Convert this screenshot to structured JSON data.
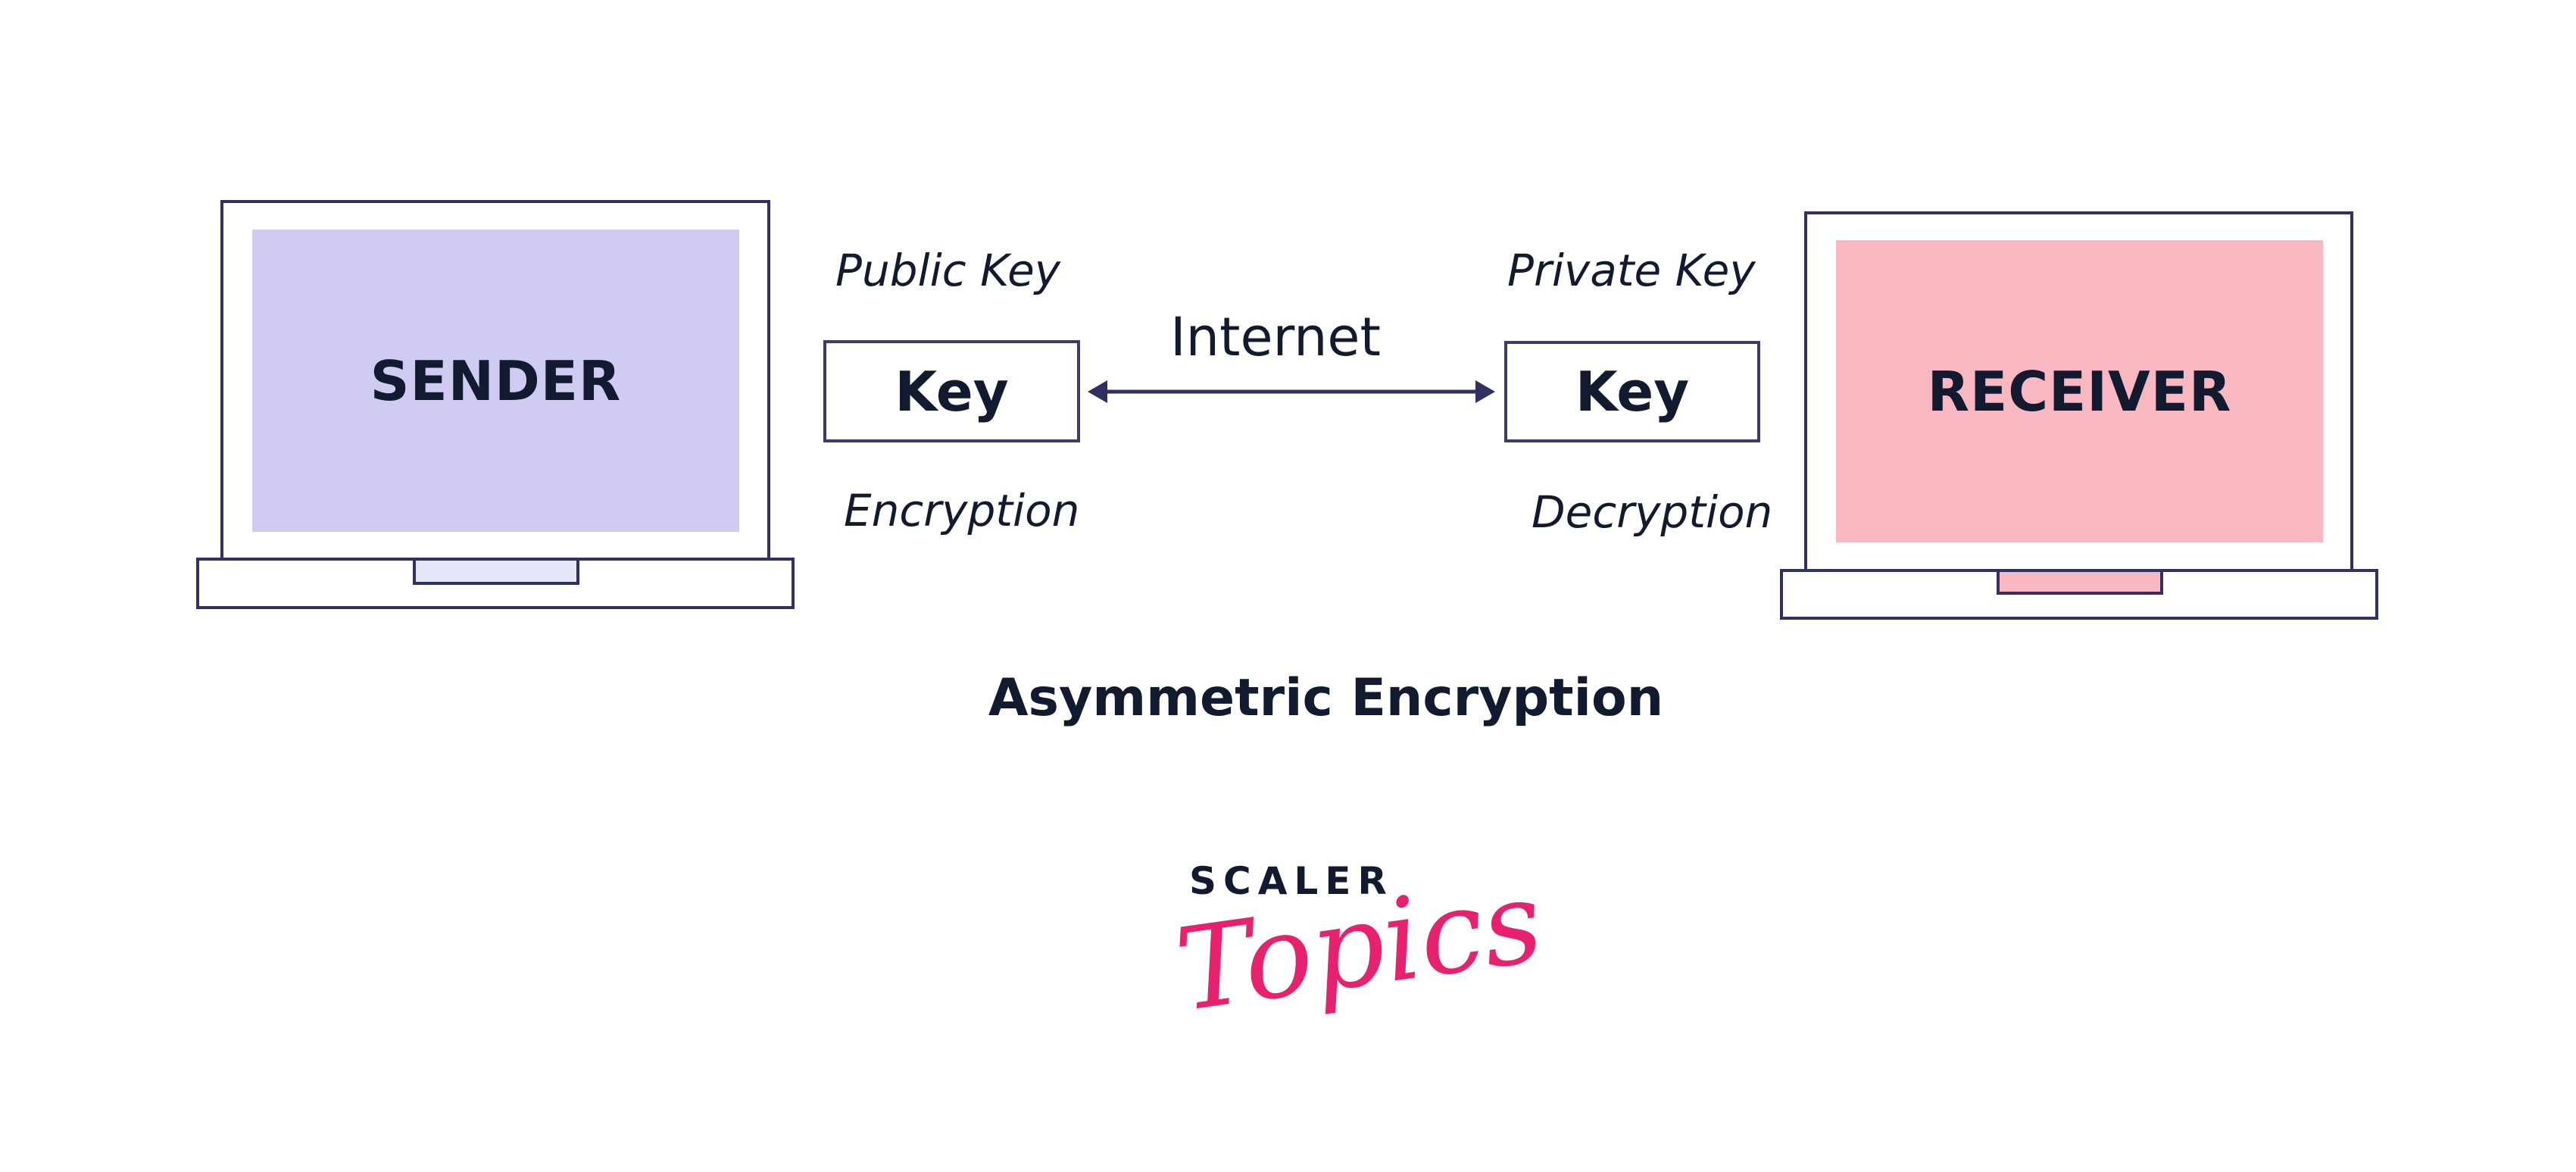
{
  "diagram": {
    "title": "Asymmetric Encryption",
    "sender": {
      "label": "SENDER",
      "screen_color": "#cfcbf3",
      "tab_color": "#e6e6fa"
    },
    "receiver": {
      "label": "RECEIVER",
      "screen_color": "#f9b7c1",
      "tab_color": "#f9b7c1"
    },
    "sender_key": {
      "caption_top": "Public Key",
      "label": "Key",
      "caption_bottom": "Encryption"
    },
    "receiver_key": {
      "caption_top": "Private Key",
      "label": "Key",
      "caption_bottom": "Decryption"
    },
    "channel": {
      "label": "Internet",
      "direction": "bidirectional"
    },
    "colors": {
      "outline": "#2e3162",
      "text": "#111a2e",
      "brand_accent": "#e8216f"
    }
  },
  "brand": {
    "name": "SCALER",
    "sub": "Topics"
  }
}
